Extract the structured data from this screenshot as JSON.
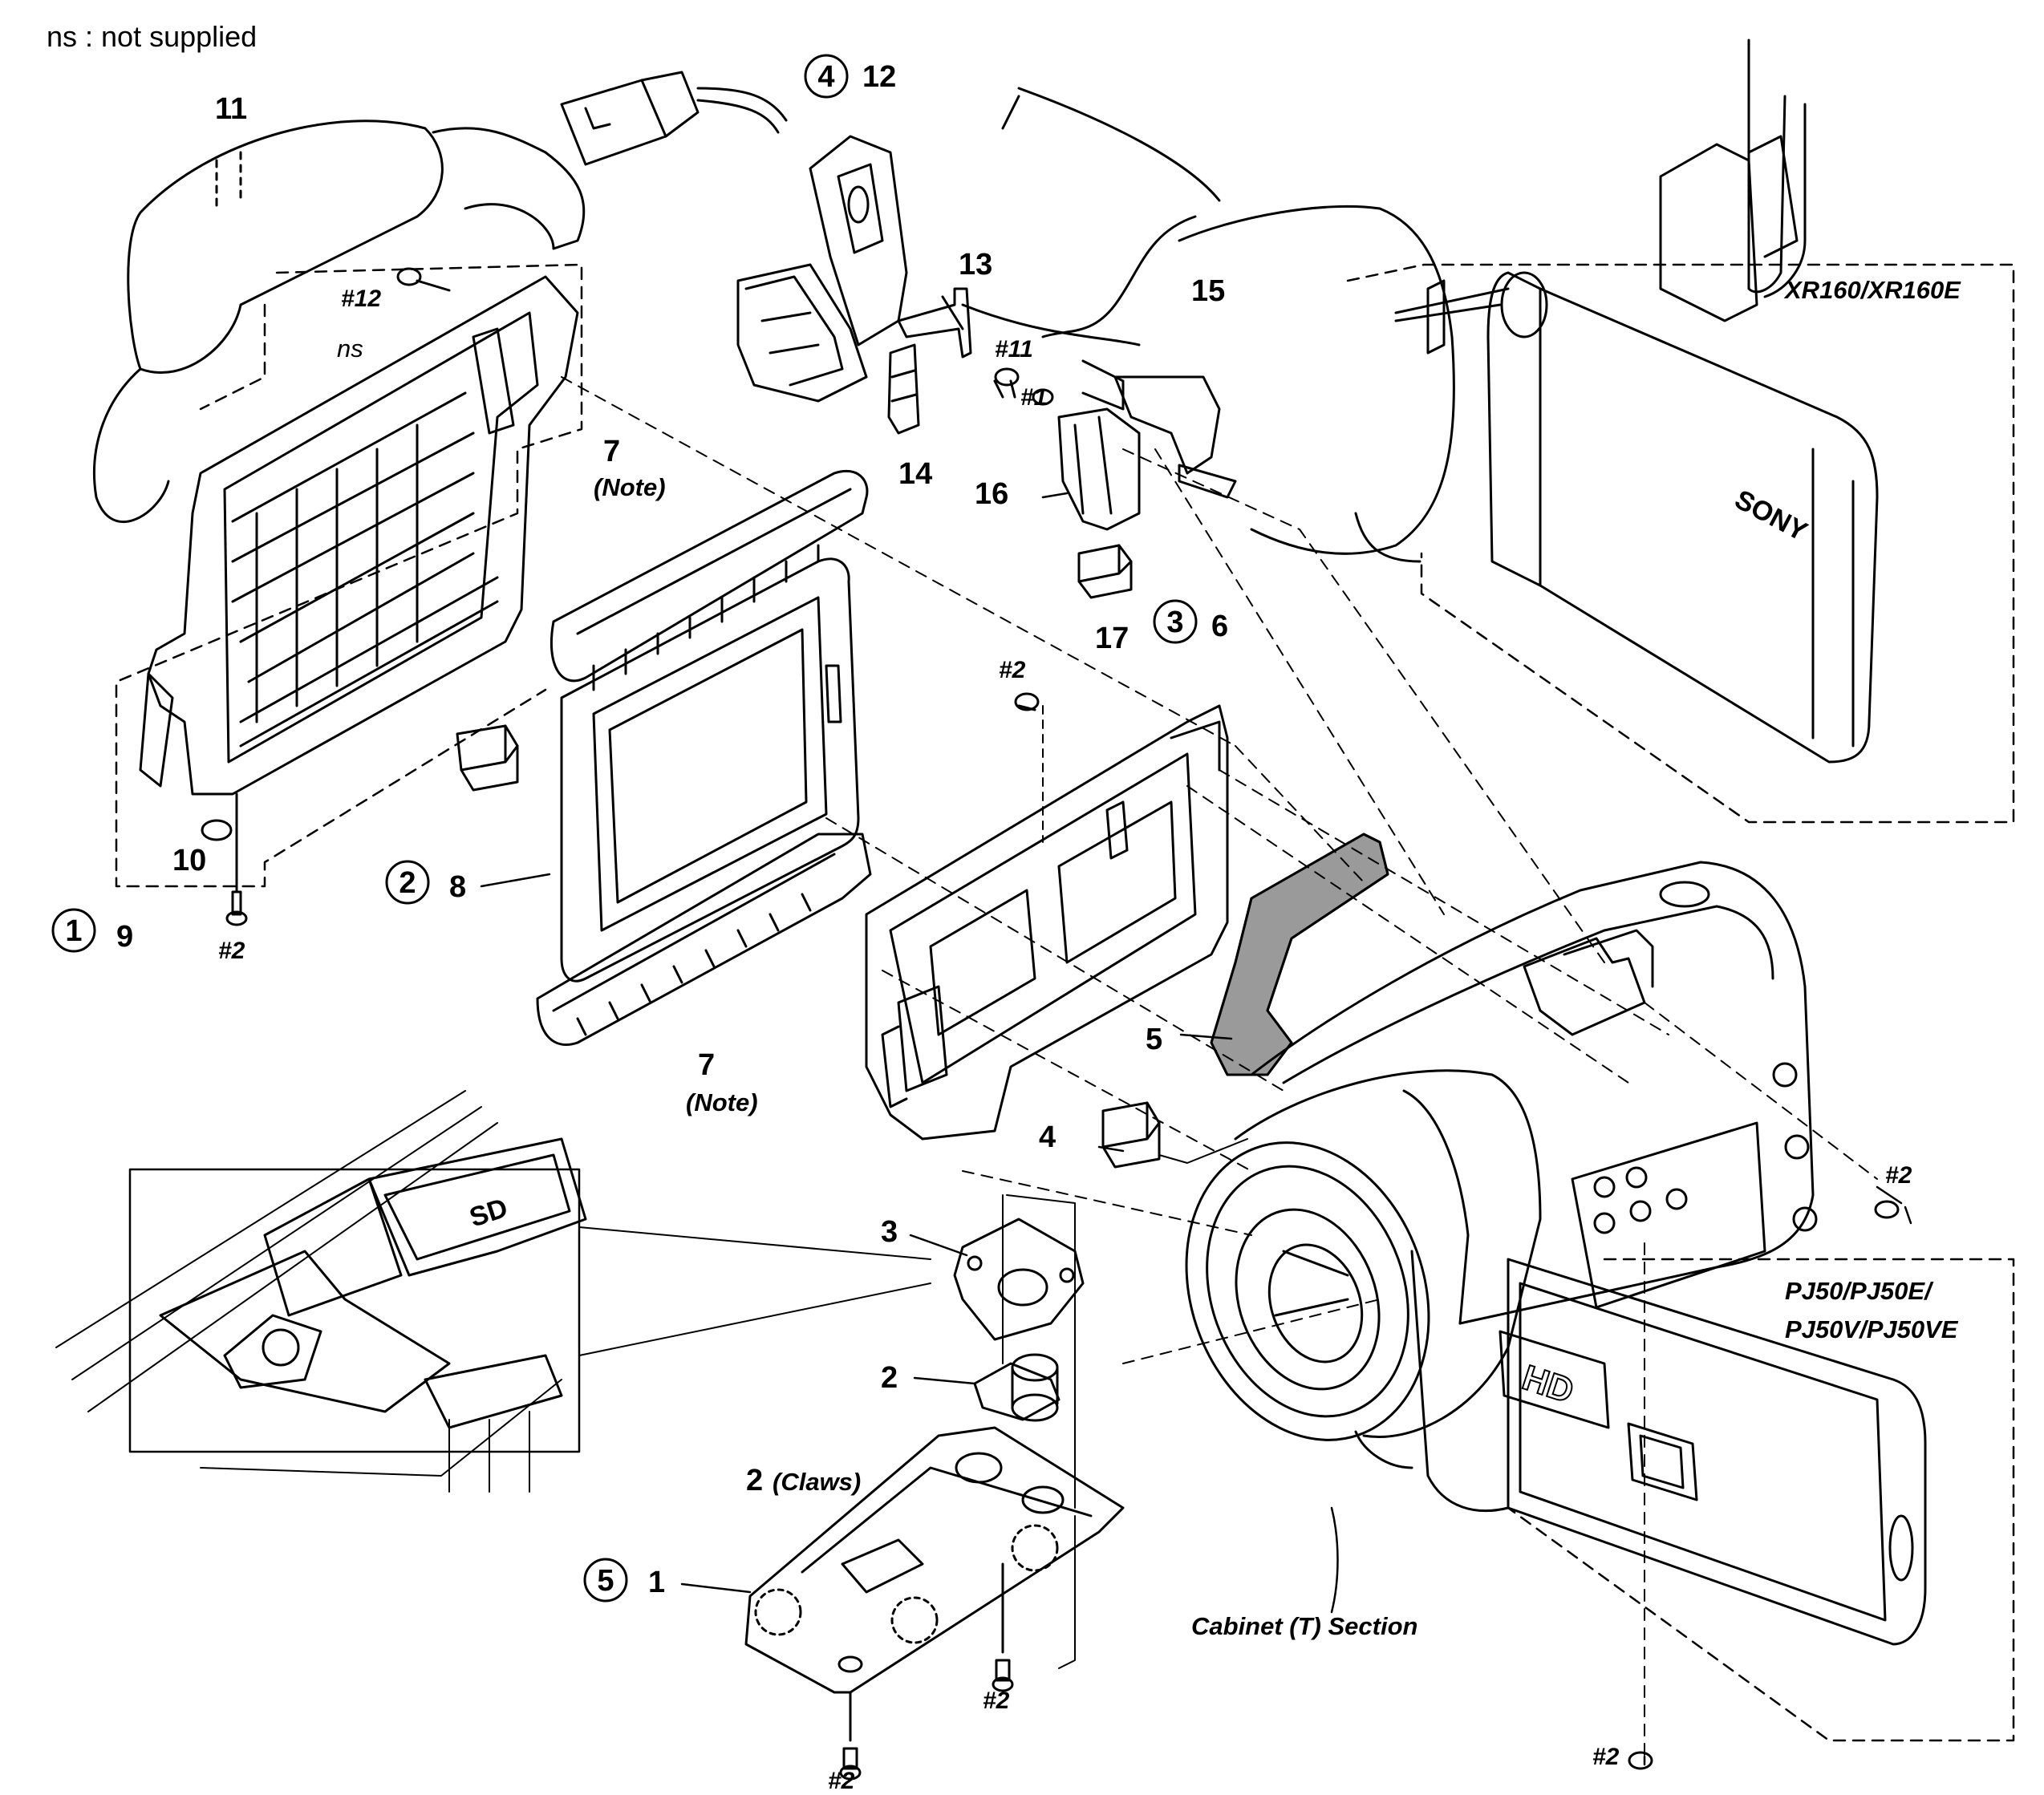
{
  "legend": {
    "not_supplied": "ns : not supplied"
  },
  "callouts": {
    "c1": "1",
    "c2": "2",
    "c3": "3",
    "c4": "4",
    "c5": "5"
  },
  "parts": {
    "p1": "1",
    "p2": "2",
    "p2_claws": "2",
    "claws": "(Claws)",
    "p3": "3",
    "p4": "4",
    "p5": "5",
    "p6": "6",
    "p7_top": "7",
    "p7_bottom": "7",
    "note": "(Note)",
    "p8": "8",
    "p9": "9",
    "p10": "10",
    "p11": "11",
    "p12": "12",
    "p13": "13",
    "p14": "14",
    "p15": "15",
    "p16": "16",
    "p17": "17"
  },
  "screws": {
    "s12": "#12",
    "s11": "#11",
    "s1": "#1",
    "s2": "#2"
  },
  "labels": {
    "ns": "ns",
    "xr_models": "XR160/XR160E",
    "pj_models_line1": "PJ50/PJ50E/",
    "pj_models_line2": "PJ50V/PJ50VE",
    "cabinet_section": "Cabinet (T) Section",
    "sony_logo": "SONY",
    "sd_logo": "SD",
    "hd_logo": "HD"
  }
}
